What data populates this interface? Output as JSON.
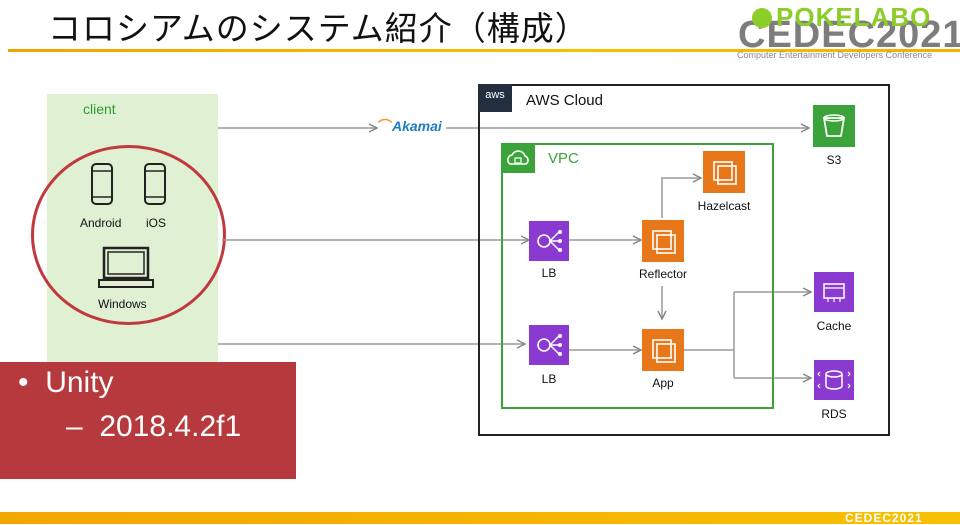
{
  "slide": {
    "title": "コロシアムのシステム紹介（構成）",
    "brand_top": "POKELABO",
    "event_logo": "CEDEC2021",
    "event_sub": "Computer Entertainment Developers Conference",
    "footer_logo": "CEDEC2021"
  },
  "client": {
    "label": "client",
    "devices": [
      "Android",
      "iOS",
      "Windows"
    ]
  },
  "cdn": {
    "label": "Akamai"
  },
  "aws": {
    "cloud_badge": "aws",
    "cloud_label": "AWS Cloud",
    "vpc_label": "VPC",
    "nodes": {
      "s3": "S3",
      "hazelcast": "Hazelcast",
      "lb1": "LB",
      "reflector": "Reflector",
      "lb2": "LB",
      "app": "App",
      "cache": "Cache",
      "rds": "RDS"
    }
  },
  "unity": {
    "bullet1": "Unity",
    "bullet2": "2018.4.2f1",
    "bullet1_marker": "•",
    "bullet2_marker": "–"
  },
  "colors": {
    "accent_rule": "#f1a400",
    "client_panel": "#dff0d3",
    "client_circle": "#c0393e",
    "vpc_green": "#3aa33a",
    "compute_orange": "#e8771a",
    "network_purple": "#8a3ad1",
    "storage_green": "#3aa33a",
    "unity_box": "#b63a3d"
  },
  "icons": [
    "phone-icon",
    "laptop-icon",
    "akamai-logo",
    "aws-logo",
    "vpc-cloud-icon",
    "s3-bucket-icon",
    "elb-icon",
    "ec2-instances-icon",
    "elasticache-icon",
    "rds-icon"
  ]
}
